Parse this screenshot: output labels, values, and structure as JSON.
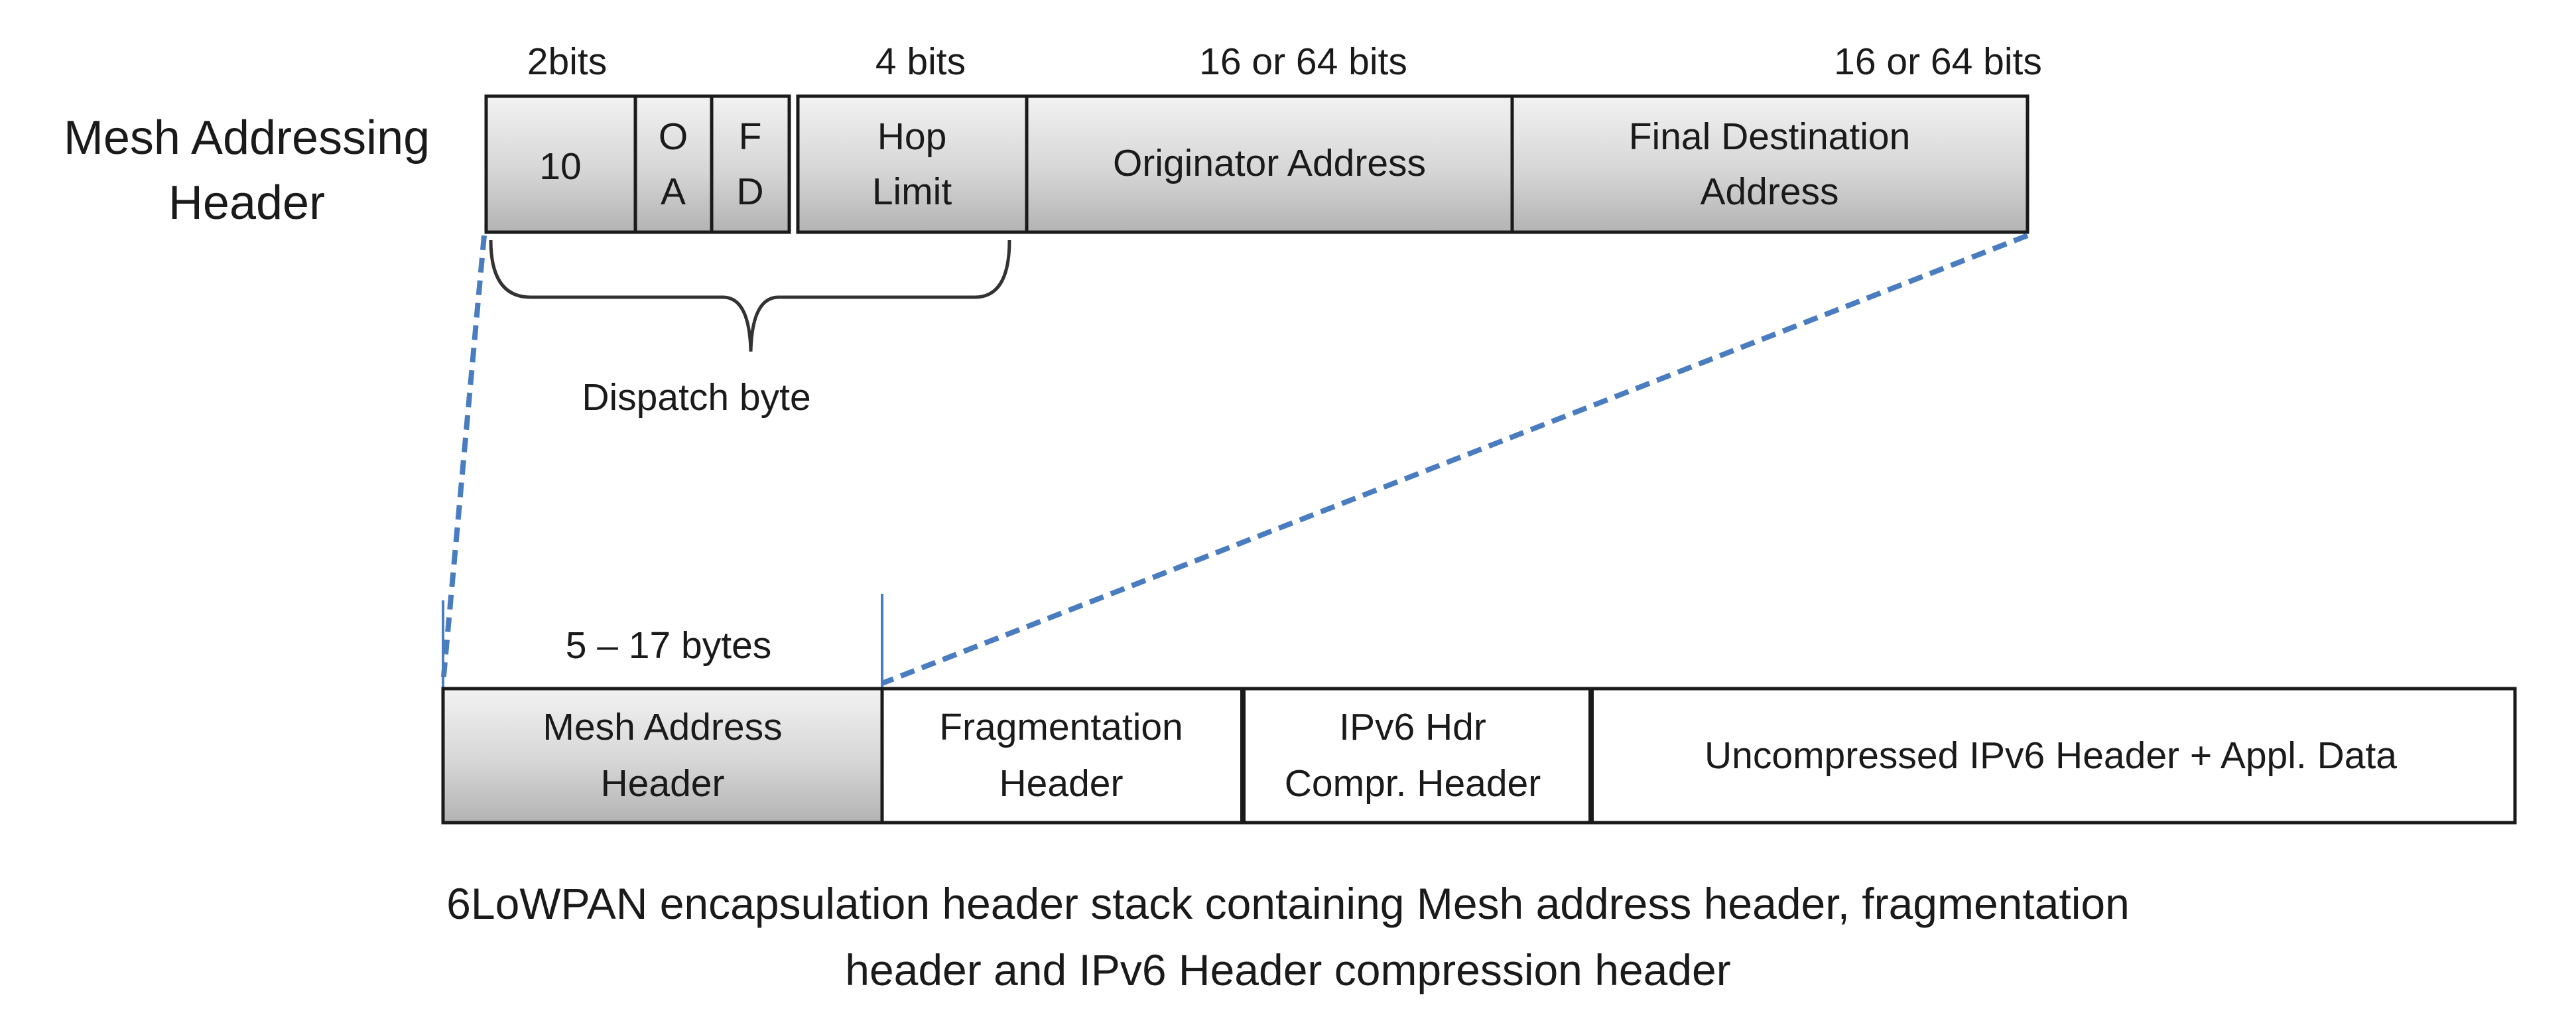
{
  "mesh_header": {
    "title_line1": "Mesh Addressing",
    "title_line2": "Header",
    "bits_labels": {
      "dispatch": "2bits",
      "hop_limit": "4 bits",
      "originator": "16 or 64 bits",
      "final_dest": "16 or 64 bits"
    },
    "fields": {
      "dispatch_value": "10",
      "o_flag": {
        "line1": "O",
        "line2": "A"
      },
      "f_flag": {
        "line1": "F",
        "line2": "D"
      },
      "hop_limit": {
        "line1": "Hop",
        "line2": "Limit"
      },
      "originator": "Originator Address",
      "final_dest": {
        "line1": "Final Destination",
        "line2": "Address"
      }
    },
    "brace_label": "Dispatch byte"
  },
  "stack": {
    "size_label": "5 – 17  bytes",
    "fields": {
      "mesh": {
        "line1": "Mesh Address",
        "line2": "Header"
      },
      "fragmentation": {
        "line1": "Fragmentation",
        "line2": "Header"
      },
      "ipv6_hdr": {
        "line1": "IPv6 Hdr",
        "line2": "Compr.  Header"
      },
      "uncompressed": "Uncompressed IPv6 Header + Appl.  Data"
    }
  },
  "caption": {
    "line1": "6LoWPAN encapsulation header stack containing Mesh address header, fragmentation",
    "line2": "header and IPv6 Header compression header"
  },
  "colors": {
    "dashed_line": "#4a7cc0",
    "gray_field_top": "#f2f2f2",
    "gray_field_bottom": "#b8b8b8"
  }
}
